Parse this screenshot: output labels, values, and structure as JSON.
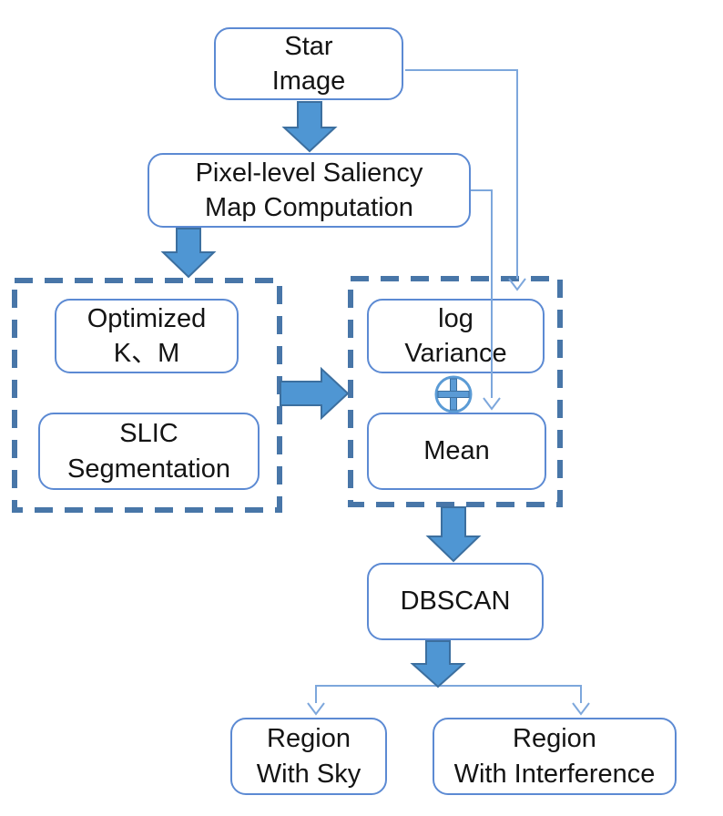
{
  "nodes": {
    "star_image": {
      "label": "Star\nImage"
    },
    "pixel_saliency": {
      "label": "Pixel-level Saliency\nMap Computation"
    },
    "optimized_km": {
      "label": "Optimized\nK、M"
    },
    "slic_segmentation": {
      "label": "SLIC\nSegmentation"
    },
    "log_variance": {
      "label": "log\nVariance"
    },
    "mean": {
      "label": "Mean"
    },
    "dbscan": {
      "label": "DBSCAN"
    },
    "region_with_sky": {
      "label": "Region\nWith Sky"
    },
    "region_with_interference": {
      "label": "Region\nWith Interference"
    }
  },
  "groups": {
    "left_group": {
      "members": [
        "optimized_km",
        "slic_segmentation"
      ],
      "border_style": "dashed"
    },
    "right_group": {
      "members": [
        "log_variance",
        "mean"
      ],
      "border_style": "dashed",
      "operator": "⊕"
    }
  },
  "operator": {
    "symbol": "⊕",
    "name": "circled-plus"
  },
  "edges": [
    {
      "from": "star_image",
      "to": "pixel_saliency",
      "style": "thick-arrow"
    },
    {
      "from": "pixel_saliency",
      "to": "left_group",
      "style": "thick-arrow"
    },
    {
      "from": "left_group",
      "to": "right_group",
      "style": "thick-arrow"
    },
    {
      "from": "star_image",
      "to": "log_variance",
      "style": "thin-arrow"
    },
    {
      "from": "pixel_saliency",
      "to": "mean",
      "style": "thin-arrow"
    },
    {
      "from": "right_group",
      "to": "dbscan",
      "style": "thick-arrow"
    },
    {
      "from": "dbscan",
      "to": "region_with_sky",
      "style": "thin-arrow"
    },
    {
      "from": "dbscan",
      "to": "region_with_interference",
      "style": "thin-arrow"
    }
  ],
  "colors": {
    "thick_arrow_fill": "#4f96d3",
    "thick_arrow_stroke": "#3c6f9f",
    "thin_connector": "#7da7dc",
    "dashed_border": "#4876a8",
    "node_border": "#5c8ad3",
    "text": "#141414",
    "background": "#ffffff"
  }
}
